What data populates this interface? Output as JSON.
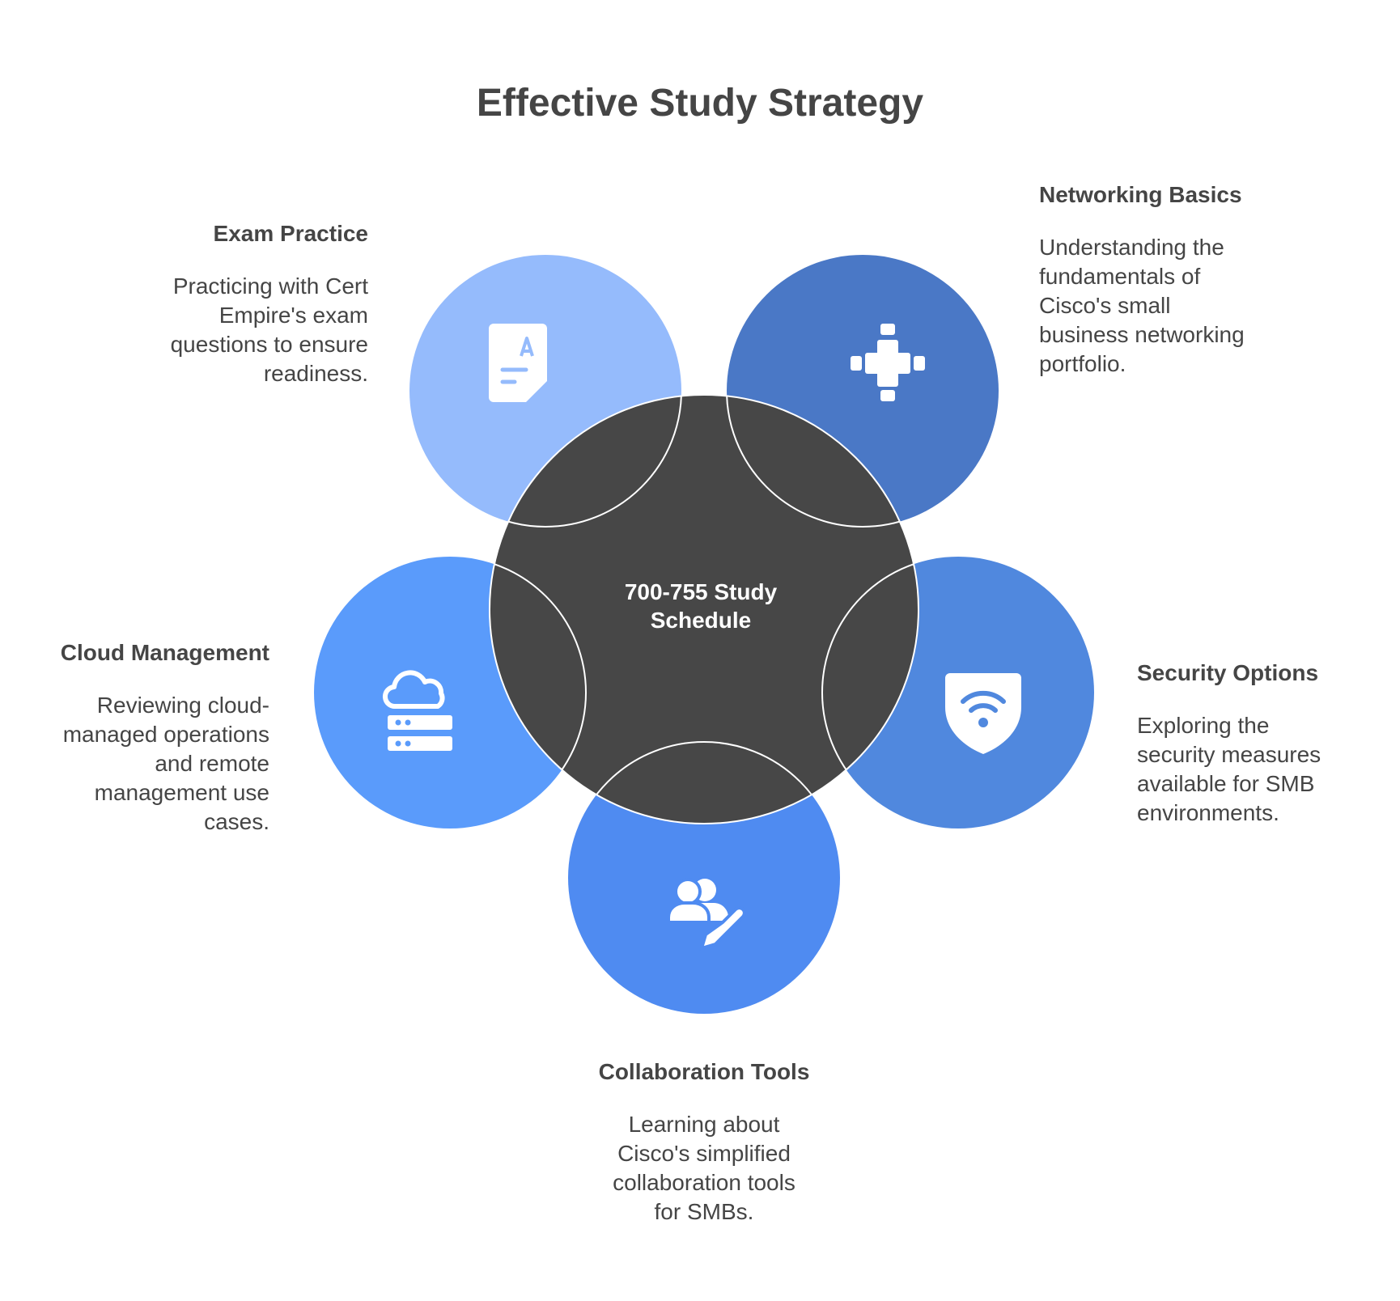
{
  "title": "Effective Study Strategy",
  "colors": {
    "center": "#474747",
    "exam_practice": "#95BBFC",
    "networking_basics": "#4A78C6",
    "cloud_management": "#5A9BFB",
    "security_options": "#5088DE",
    "collaboration_tools": "#4F8BF1",
    "icon": "#ffffff",
    "text": "#454545"
  },
  "center": {
    "label_line1": "700-755 Study",
    "label_line2": "Schedule"
  },
  "topics": {
    "exam_practice": {
      "icon": "document-letter-a-icon",
      "heading": "Exam Practice",
      "desc_lines": [
        "Practicing with Cert",
        "Empire's exam",
        "questions to ensure",
        "readiness."
      ]
    },
    "networking_basics": {
      "icon": "network-nodes-icon",
      "heading": "Networking Basics",
      "desc_lines": [
        "Understanding the",
        "fundamentals of",
        "Cisco's small",
        "business networking",
        "portfolio."
      ]
    },
    "cloud_management": {
      "icon": "cloud-server-icon",
      "heading": "Cloud Management",
      "desc_lines": [
        "Reviewing cloud-",
        "managed operations",
        "and remote",
        "management use",
        "cases."
      ]
    },
    "security_options": {
      "icon": "shield-wifi-icon",
      "heading": "Security Options",
      "desc_lines": [
        "Exploring the",
        "security measures",
        "available for SMB",
        "environments."
      ]
    },
    "collaboration_tools": {
      "icon": "users-edit-icon",
      "heading": "Collaboration Tools",
      "desc_lines": [
        "Learning about",
        "Cisco's simplified",
        "collaboration tools",
        "for SMBs."
      ]
    }
  }
}
